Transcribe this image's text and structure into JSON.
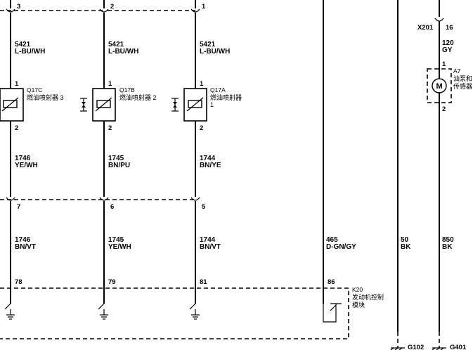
{
  "injectors": [
    {
      "ref": "Q17C",
      "name": "燃油喷射器 3",
      "top_pin": "1",
      "bottom_pin": "2",
      "upper_connector_pin": "3",
      "wire_top": {
        "circuit": "5421",
        "color": "L-BU/WH"
      },
      "wire_mid": {
        "circuit": "1746",
        "color": "YE/WH"
      },
      "lower_connector_pin": "7",
      "wire_bottom": {
        "circuit": "1746",
        "color": "BN/VT"
      },
      "ecm_pin": "78"
    },
    {
      "ref": "Q17B",
      "name": "燃油喷射器 2",
      "top_pin": "1",
      "bottom_pin": "2",
      "upper_connector_pin": "2",
      "wire_top": {
        "circuit": "5421",
        "color": "L-BU/WH"
      },
      "wire_mid": {
        "circuit": "1745",
        "color": "BN/PU"
      },
      "lower_connector_pin": "6",
      "wire_bottom": {
        "circuit": "1745",
        "color": "YE/WH"
      },
      "ecm_pin": "79"
    },
    {
      "ref": "Q17A",
      "name": "燃油喷射器",
      "name_suffix": "1",
      "top_pin": "1",
      "bottom_pin": "2",
      "upper_connector_pin": "1",
      "wire_top": {
        "circuit": "5421",
        "color": "L-BU/WH"
      },
      "wire_mid": {
        "circuit": "1744",
        "color": "BN/YE"
      },
      "lower_connector_pin": "5",
      "wire_bottom": {
        "circuit": "1744",
        "color": "BN/VT"
      },
      "ecm_pin": "81"
    }
  ],
  "ecm_wire": {
    "circuit": "465",
    "color": "D-GN/GY",
    "pin": "86"
  },
  "ecm_module": {
    "ref": "K20",
    "name_line1": "发动机控制",
    "name_line2": "模块"
  },
  "ground_wire_1": {
    "circuit": "50",
    "color": "BK",
    "ground": "G102"
  },
  "fuel_pump_connector": {
    "ref": "X201",
    "pin": "16"
  },
  "fuel_pump_wire_top": {
    "circuit": "120",
    "color": "GY"
  },
  "fuel_pump": {
    "ref": "A7",
    "name_line1": "油泵和",
    "name_line2": "传感器",
    "pin_top": "1",
    "pin_bottom": "2",
    "motor_symbol": "M"
  },
  "ground_wire_2": {
    "circuit": "850",
    "color": "BK",
    "ground": "G401"
  }
}
